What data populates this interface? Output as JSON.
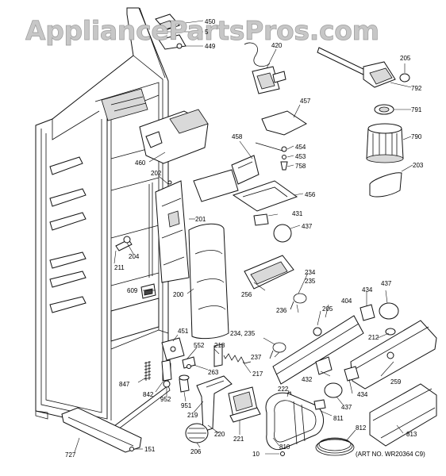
{
  "watermark": "AppliancePartsPros.com",
  "art_number": "(ART NO. WR20364 C9)",
  "callouts": [
    {
      "id": "c450",
      "label": "450"
    },
    {
      "id": "c5",
      "label": "5"
    },
    {
      "id": "c449",
      "label": "449"
    },
    {
      "id": "c420",
      "label": "420"
    },
    {
      "id": "c205a",
      "label": "205"
    },
    {
      "id": "c792",
      "label": "792"
    },
    {
      "id": "c791",
      "label": "791"
    },
    {
      "id": "c790",
      "label": "790"
    },
    {
      "id": "c203",
      "label": "203"
    },
    {
      "id": "c457",
      "label": "457"
    },
    {
      "id": "c458",
      "label": "458"
    },
    {
      "id": "c454",
      "label": "454"
    },
    {
      "id": "c453",
      "label": "453"
    },
    {
      "id": "c758",
      "label": "758"
    },
    {
      "id": "c460",
      "label": "460"
    },
    {
      "id": "c202",
      "label": "202"
    },
    {
      "id": "c456",
      "label": "456"
    },
    {
      "id": "c431",
      "label": "431"
    },
    {
      "id": "c437a",
      "label": "437"
    },
    {
      "id": "c201",
      "label": "201"
    },
    {
      "id": "c204",
      "label": "204"
    },
    {
      "id": "c211",
      "label": "211"
    },
    {
      "id": "c234a",
      "label": "234"
    },
    {
      "id": "c235a",
      "label": "235"
    },
    {
      "id": "c256",
      "label": "256"
    },
    {
      "id": "c609",
      "label": "609"
    },
    {
      "id": "c200",
      "label": "200"
    },
    {
      "id": "c236",
      "label": "236"
    },
    {
      "id": "c205b",
      "label": "205"
    },
    {
      "id": "c404",
      "label": "404"
    },
    {
      "id": "c434a",
      "label": "434"
    },
    {
      "id": "c437b",
      "label": "437"
    },
    {
      "id": "c451",
      "label": "451"
    },
    {
      "id": "c234b",
      "label": "234, 235"
    },
    {
      "id": "c212",
      "label": "212"
    },
    {
      "id": "c237",
      "label": "237"
    },
    {
      "id": "c218",
      "label": "218"
    },
    {
      "id": "c552",
      "label": "552"
    },
    {
      "id": "c263",
      "label": "263"
    },
    {
      "id": "c217",
      "label": "217"
    },
    {
      "id": "c432",
      "label": "432"
    },
    {
      "id": "c259",
      "label": "259"
    },
    {
      "id": "c847",
      "label": "847"
    },
    {
      "id": "c842",
      "label": "842"
    },
    {
      "id": "c952",
      "label": "952"
    },
    {
      "id": "c222",
      "label": "222"
    },
    {
      "id": "c434b",
      "label": "434"
    },
    {
      "id": "c951",
      "label": "951"
    },
    {
      "id": "c219",
      "label": "219"
    },
    {
      "id": "c437c",
      "label": "437"
    },
    {
      "id": "c811",
      "label": "811"
    },
    {
      "id": "c220",
      "label": "220"
    },
    {
      "id": "c221",
      "label": "221"
    },
    {
      "id": "c206",
      "label": "206"
    },
    {
      "id": "c812",
      "label": "812"
    },
    {
      "id": "c813",
      "label": "813"
    },
    {
      "id": "c727",
      "label": "727"
    },
    {
      "id": "c151",
      "label": "151"
    },
    {
      "id": "c810",
      "label": "810"
    },
    {
      "id": "c10",
      "label": "10"
    }
  ]
}
